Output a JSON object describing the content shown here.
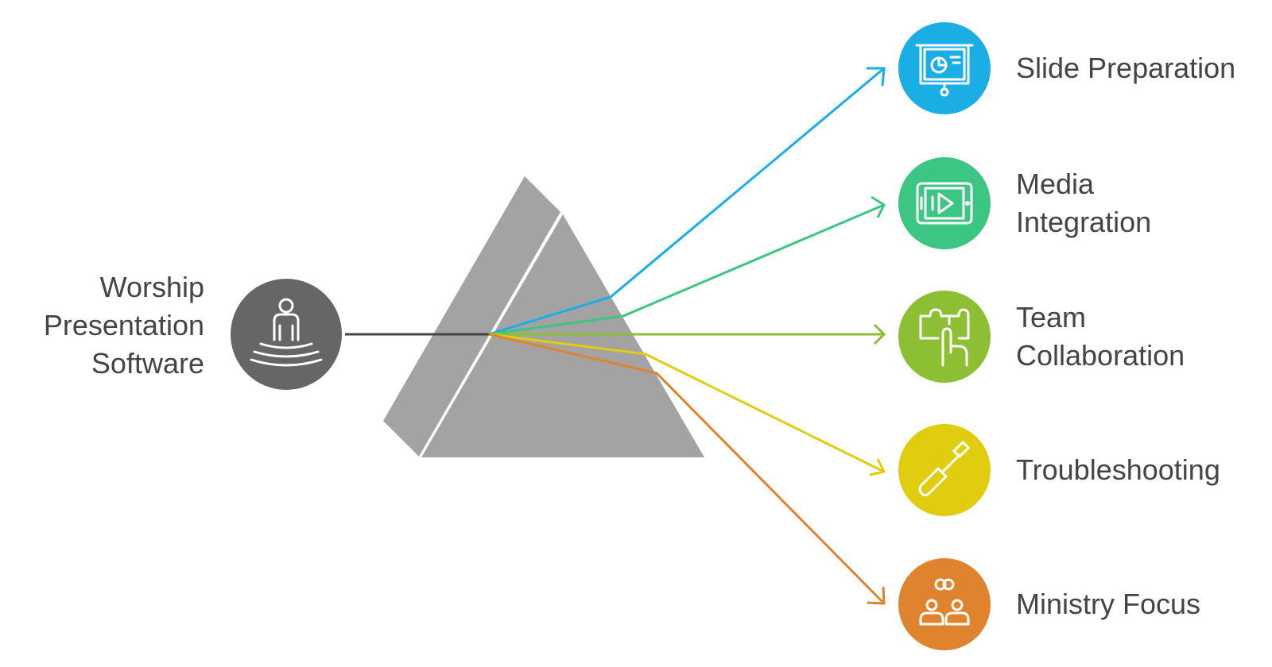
{
  "source": {
    "lines": [
      "Worship",
      "Presentation",
      "Software"
    ],
    "icon": "meditation-person-icon",
    "color": "#666666"
  },
  "prism": {
    "color": "#a3a3a3",
    "edge": "#ffffff"
  },
  "outputs": [
    {
      "id": "slide-preparation",
      "lines": [
        "Slide Preparation"
      ],
      "color": "#1aaee5",
      "icon": "presentation-board-icon"
    },
    {
      "id": "media-integration",
      "lines": [
        "Media",
        "Integration"
      ],
      "color": "#3cc583",
      "icon": "tablet-video-icon"
    },
    {
      "id": "team-collaboration",
      "lines": [
        "Team",
        "Collaboration"
      ],
      "color": "#8cbf33",
      "icon": "puzzle-hand-icon"
    },
    {
      "id": "troubleshooting",
      "lines": [
        "Troubleshooting"
      ],
      "color": "#e0cd0f",
      "icon": "screwdriver-icon"
    },
    {
      "id": "ministry-focus",
      "lines": [
        "Ministry Focus"
      ],
      "color": "#e0832e",
      "icon": "people-connection-icon"
    }
  ]
}
